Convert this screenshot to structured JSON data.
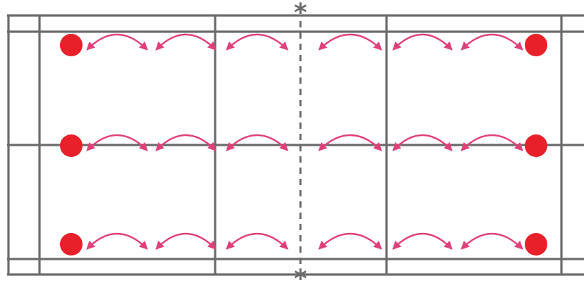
{
  "colors": {
    "court_line": "#6b6b6b",
    "net_line": "#6b6b6b",
    "player_dot": "#e8202a",
    "arrow": "#e0407a",
    "background": "#ffffff"
  },
  "diagram": {
    "type": "badminton-court-footwork-drill",
    "net_style": "dashed",
    "net_post_symbol": "*",
    "rows": 3,
    "players_per_row": 2,
    "arrows_per_row": 6,
    "arrow_kind": "double-headed-arc"
  }
}
